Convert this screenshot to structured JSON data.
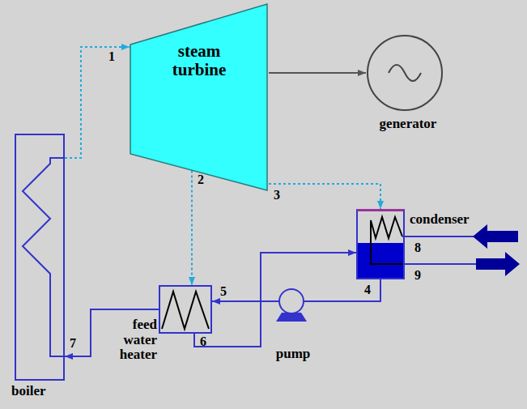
{
  "diagram": {
    "nodes": [
      {
        "text": [
          "steam turbine"
        ]
      },
      {
        "text": [
          "generator"
        ]
      },
      {
        "text": [
          "boiler"
        ]
      },
      {
        "text": [
          "condenser"
        ]
      },
      {
        "text": [
          "feed water heater"
        ]
      },
      {
        "text": [
          "pump"
        ]
      }
    ],
    "edges": [
      {
        "from": 2,
        "to": 0,
        "arrow": "to"
      },
      {
        "from": 0,
        "to": 1,
        "arrow": "to"
      },
      {
        "from": 0,
        "to": 4,
        "arrow": "to"
      },
      {
        "from": 0,
        "to": 3,
        "arrow": "to"
      },
      {
        "from": 3,
        "to": 5,
        "arrow": "none"
      },
      {
        "from": 5,
        "to": 4,
        "arrow": "to"
      },
      {
        "from": 4,
        "to": 3,
        "arrow": "to"
      },
      {
        "from": 4,
        "to": 2,
        "arrow": "to"
      }
    ],
    "labels": [
      "1",
      "2",
      "3",
      "4",
      "5",
      "6",
      "7",
      "8",
      "9"
    ]
  }
}
